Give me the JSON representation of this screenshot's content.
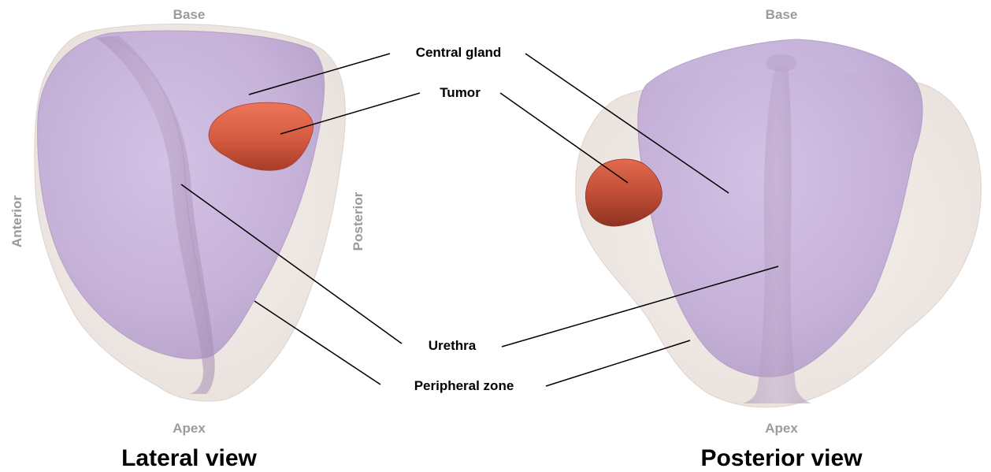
{
  "colors": {
    "peripheral_zone": "#f1ebe7",
    "central_gland": "#c7b3dc",
    "urethra": "#a88fb4",
    "tumor": "#d9624a",
    "orientation_text": "#9b9b9b",
    "callout_text": "#000000"
  },
  "labels": {
    "central_gland": "Central gland",
    "tumor": "Tumor",
    "urethra": "Urethra",
    "peripheral_zone": "Peripheral zone"
  },
  "lateral": {
    "title": "Lateral view",
    "base": "Base",
    "apex": "Apex",
    "anterior": "Anterior",
    "posterior": "Posterior"
  },
  "posterior": {
    "title": "Posterior view",
    "base": "Base",
    "apex": "Apex"
  }
}
